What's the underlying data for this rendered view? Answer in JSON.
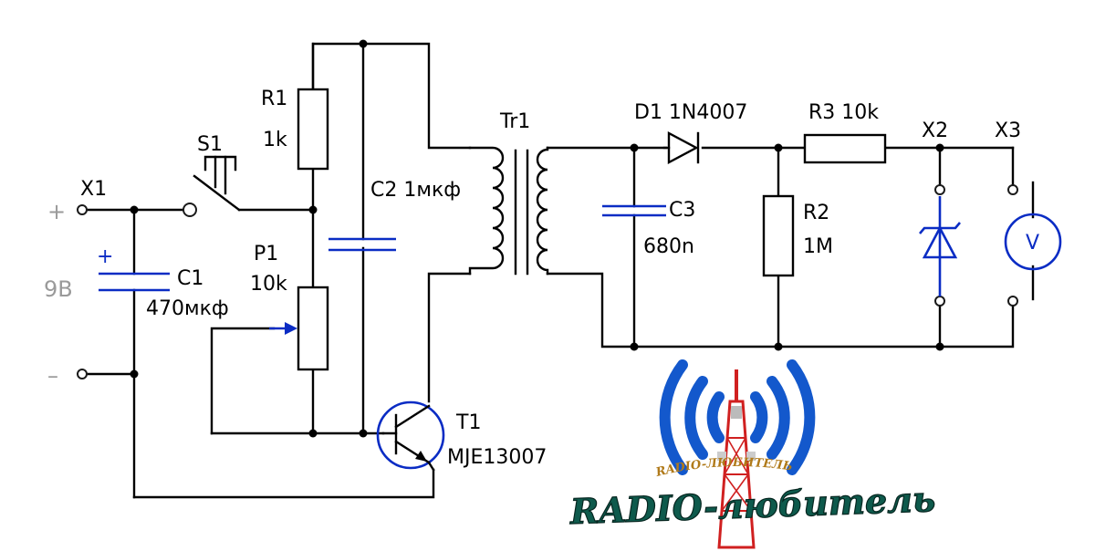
{
  "labels": {
    "x1": "X1",
    "plus": "+",
    "minus": "–",
    "battery": "9B",
    "s1": "S1",
    "r1": "R1",
    "r1_value": "1k",
    "p1": "P1",
    "p1_value": "10k",
    "c1_plus": "+",
    "c1": "C1",
    "c1_value": "470мкф",
    "c2": "C2 1мкф",
    "tr1": "Tr1",
    "d1": "D1 1N4007",
    "r3": "R3 10k",
    "c3": "C3",
    "c3_value": "680n",
    "r2": "R2",
    "r2_value": "1M",
    "x2": "X2",
    "x3": "X3",
    "voltmeter": "V",
    "t1": "T1",
    "t1_value": "MJE13007"
  },
  "logo": {
    "main_text": "RADIO-любитель",
    "small_text": "RADIO-ЛЮБИТЕЛЬ"
  },
  "colors": {
    "wire": "#000000",
    "component_blue": "#0a2cc4",
    "terminal_gray": "#9a9a9a",
    "logo_wave": "#1358cc",
    "logo_text": "#0e5a4c",
    "logo_tower_red": "#d02020"
  }
}
